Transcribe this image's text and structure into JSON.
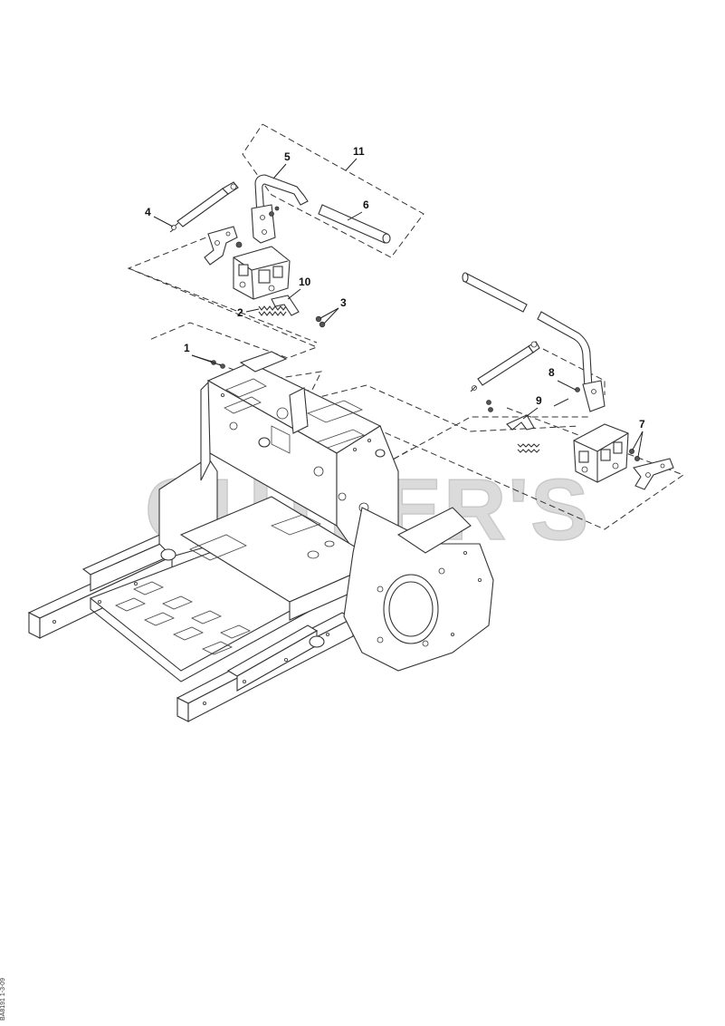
{
  "watermark": "CUTLER'S",
  "reference_code": "BA8191 1-3-09",
  "callouts": [
    "1",
    "2",
    "3",
    "4",
    "5",
    "6",
    "7",
    "8",
    "9",
    "10",
    "11"
  ]
}
